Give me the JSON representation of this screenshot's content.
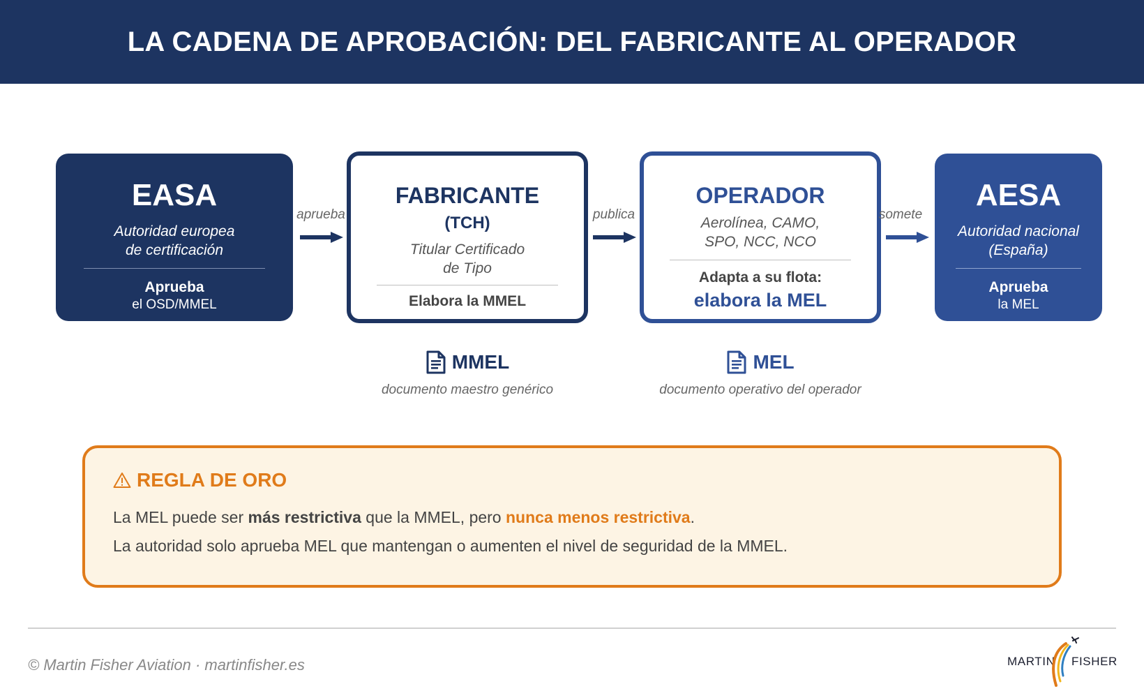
{
  "header": {
    "title": "LA CADENA DE APROBACIÓN: DEL FABRICANTE AL OPERADOR"
  },
  "colors": {
    "navy": "#1d3461",
    "blue": "#2f5096",
    "orange": "#e07b1a",
    "cream": "#fdf4e4"
  },
  "boxes": {
    "easa": {
      "title": "EASA",
      "sub1": "Autoridad europea",
      "sub2": "de certificación",
      "action_bold": "Aprueba",
      "action": "el OSD/MMEL"
    },
    "fabricante": {
      "title": "FABRICANTE",
      "title2": "(TCH)",
      "sub1": "Titular Certificado",
      "sub2": "de Tipo",
      "action_bold": "Elabora la MMEL"
    },
    "operador": {
      "title": "OPERADOR",
      "sub1": "Aerolínea, CAMO,",
      "sub2": "SPO, NCC, NCO",
      "action_bold": "Adapta a su flota:",
      "action_big": "elabora la MEL"
    },
    "aesa": {
      "title": "AESA",
      "sub1": "Autoridad nacional",
      "sub2": "(España)",
      "action_bold": "Aprueba",
      "action": "la MEL"
    }
  },
  "arrows": [
    {
      "label": "aprueba",
      "icon": "arrow-right-icon"
    },
    {
      "label": "publica",
      "icon": "arrow-right-icon"
    },
    {
      "label": "somete",
      "icon": "arrow-right-icon"
    }
  ],
  "documents": [
    {
      "title": "MMEL",
      "subtitle": "documento maestro genérico",
      "icon": "document-icon"
    },
    {
      "title": "MEL",
      "subtitle": "documento operativo del operador",
      "icon": "document-icon"
    }
  ],
  "rule": {
    "icon": "warning-icon",
    "title": "REGLA DE ORO",
    "line1_a": "La MEL puede ser ",
    "line1_b": "más restrictiva",
    "line1_c": " que la MMEL, pero ",
    "line1_d": "nunca menos restrictiva",
    "line1_e": ".",
    "line2": "La autoridad solo aprueba MEL que mantengan o aumenten el nivel de seguridad de la MMEL."
  },
  "footer": {
    "copyright": "© Martin Fisher Aviation · martinfisher.es",
    "logo_left": "MARTIN",
    "logo_right": "FISHER"
  }
}
